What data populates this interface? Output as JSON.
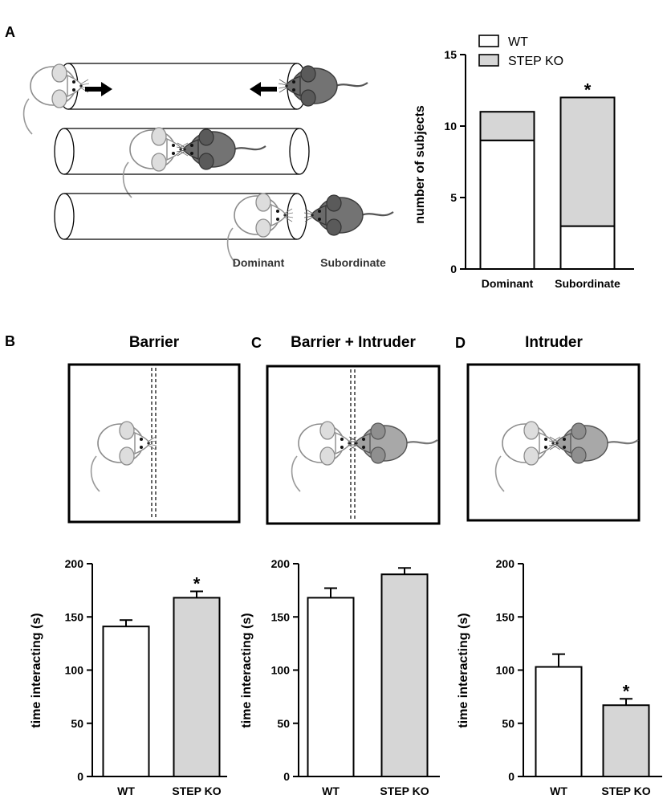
{
  "panels": {
    "a": {
      "letter": "A",
      "caption_dominant": "Dominant",
      "caption_subordinate": "Subordinate"
    },
    "b": {
      "letter": "B",
      "title": "Barrier"
    },
    "c": {
      "letter": "C",
      "title": "Barrier + Intruder"
    },
    "d": {
      "letter": "D",
      "title": "Intruder"
    }
  },
  "colors": {
    "wt": "#ffffff",
    "ko": "#d6d6d6",
    "stroke": "#000000"
  },
  "chart_data": [
    {
      "id": "tube-test",
      "type": "bar",
      "stacked": true,
      "categories": [
        "Dominant",
        "Subordinate"
      ],
      "series": [
        {
          "name": "WT",
          "values": [
            9,
            3
          ]
        },
        {
          "name": "STEP KO",
          "values": [
            2,
            9
          ]
        }
      ],
      "ylabel": "number of subjects",
      "ylim": [
        0,
        15
      ],
      "yticks": [
        0,
        5,
        10,
        15
      ],
      "legend": [
        "WT",
        "STEP KO"
      ],
      "legend_position": "top-left",
      "significance": [
        "",
        "*"
      ]
    },
    {
      "id": "barrier",
      "type": "bar",
      "categories": [
        "WT",
        "STEP KO"
      ],
      "values": [
        141,
        168
      ],
      "errors": [
        6,
        6
      ],
      "ylabel": "time interacting (s)",
      "ylim": [
        0,
        200
      ],
      "yticks": [
        0,
        50,
        100,
        150,
        200
      ],
      "significance": [
        "",
        "*"
      ]
    },
    {
      "id": "barrier-intruder",
      "type": "bar",
      "categories": [
        "WT",
        "STEP KO"
      ],
      "values": [
        168,
        190
      ],
      "errors": [
        9,
        6
      ],
      "ylabel": "time interacting (s)",
      "ylim": [
        0,
        200
      ],
      "yticks": [
        0,
        50,
        100,
        150,
        200
      ],
      "significance": [
        "",
        ""
      ]
    },
    {
      "id": "intruder",
      "type": "bar",
      "categories": [
        "WT",
        "STEP KO"
      ],
      "values": [
        103,
        67
      ],
      "errors": [
        12,
        6
      ],
      "ylabel": "time interacting (s)",
      "ylim": [
        0,
        200
      ],
      "yticks": [
        0,
        50,
        100,
        150,
        200
      ],
      "significance": [
        "",
        "*"
      ]
    }
  ]
}
